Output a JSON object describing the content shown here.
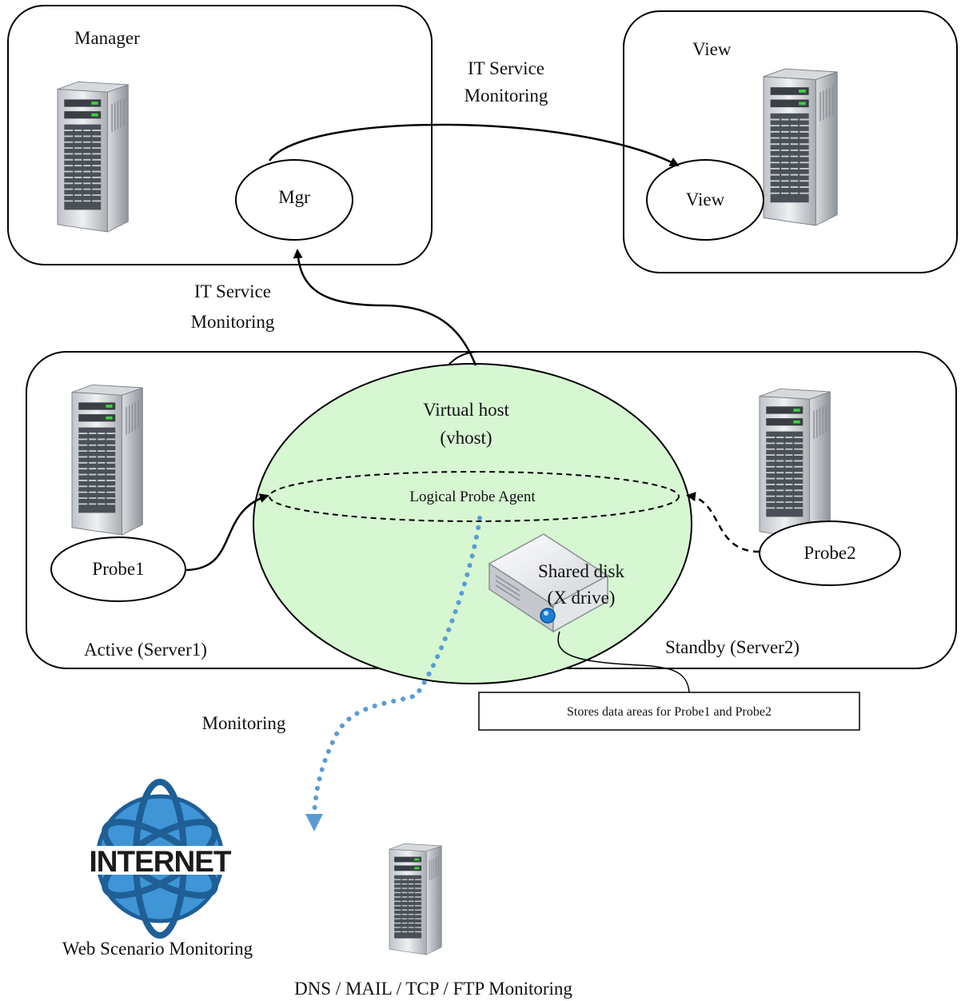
{
  "manager": {
    "title": "Manager",
    "process": "Mgr"
  },
  "view": {
    "title": "View",
    "process": "View"
  },
  "arrows": {
    "mgr_to_view": [
      "IT Service",
      "Monitoring"
    ],
    "vhost_to_mgr": [
      "IT Service",
      "Monitoring"
    ]
  },
  "vhost": {
    "title": [
      "Virtual host",
      "(vhost)"
    ],
    "logical_agent": "Logical Probe Agent"
  },
  "active": {
    "title": "Active (Server1)",
    "probe": "Probe1"
  },
  "standby": {
    "title": "Standby (Server2)",
    "probe": "Probe2"
  },
  "shared_disk": {
    "label": [
      "Shared disk",
      "(X drive)"
    ]
  },
  "callout": "Stores data areas for Probe1 and Probe2",
  "monitoring": "Monitoring",
  "internet": {
    "logo_text": "INTERNET",
    "caption": "Web Scenario Monitoring"
  },
  "server_caption": "DNS / MAIL / TCP / FTP Monitoring",
  "colors": {
    "vhost_fill": "#d6f7d2",
    "dotted_arrow": "#5b9bd5",
    "globe": "#3f95d6",
    "server_led": "#3bd33b"
  },
  "icons": [
    "server-icon",
    "shared-disk-icon",
    "internet-globe-icon"
  ]
}
